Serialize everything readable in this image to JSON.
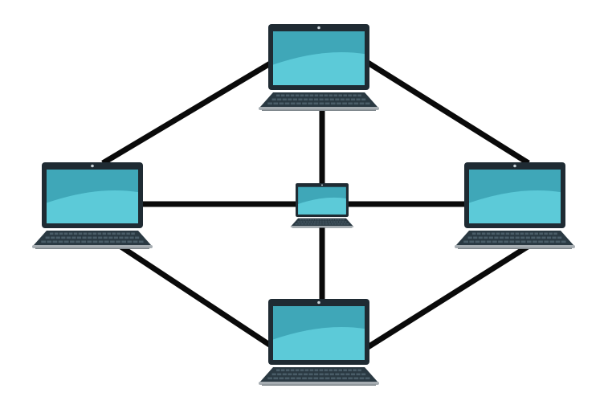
{
  "diagram": {
    "type": "mesh-network",
    "nodes": [
      {
        "id": "top",
        "icon": "laptop-icon",
        "role": "peer"
      },
      {
        "id": "left",
        "icon": "laptop-icon",
        "role": "peer"
      },
      {
        "id": "right",
        "icon": "laptop-icon",
        "role": "peer"
      },
      {
        "id": "bottom",
        "icon": "laptop-icon",
        "role": "peer"
      },
      {
        "id": "center",
        "icon": "laptop-icon",
        "role": "hub"
      }
    ],
    "links": [
      [
        "top",
        "left"
      ],
      [
        "top",
        "right"
      ],
      [
        "bottom",
        "left"
      ],
      [
        "bottom",
        "right"
      ],
      [
        "center",
        "top"
      ],
      [
        "center",
        "bottom"
      ],
      [
        "center",
        "left"
      ],
      [
        "center",
        "right"
      ]
    ]
  },
  "colors": {
    "link": "#0a0a0a",
    "bezel": "#1f2b33",
    "screen_dark": "#3fa7b8",
    "screen_light": "#5ccad8",
    "camera": "#c9d3d8",
    "keyboard_deck": "#2a3942",
    "key": "#4a5d68",
    "base_bottom": "#a6adb2",
    "base_shadow": "#7d858a"
  }
}
